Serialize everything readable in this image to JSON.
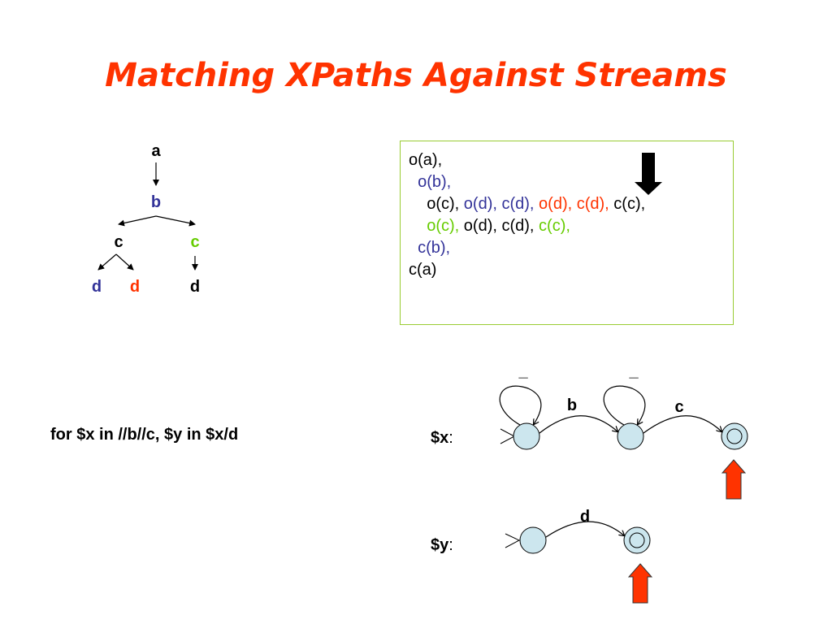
{
  "title": "Matching XPaths Against Streams",
  "colors": {
    "blue": "#333399",
    "red": "#ff3300",
    "green": "#66cc00",
    "black": "#000000",
    "state_fill": "#cce6ee",
    "box_border": "#99cc33",
    "arrow_red": "#ff3300"
  },
  "tree": {
    "nodes": [
      {
        "id": "a",
        "label": "a",
        "color": "black"
      },
      {
        "id": "b",
        "label": "b",
        "color": "blue"
      },
      {
        "id": "c1",
        "label": "c",
        "color": "black"
      },
      {
        "id": "c2",
        "label": "c",
        "color": "green"
      },
      {
        "id": "d1",
        "label": "d",
        "color": "blue"
      },
      {
        "id": "d2",
        "label": "d",
        "color": "red"
      },
      {
        "id": "d3",
        "label": "d",
        "color": "black"
      }
    ]
  },
  "stream": {
    "lines": [
      [
        {
          "text": "o(a),",
          "color": "black"
        }
      ],
      [
        {
          "text": "  o(b),",
          "color": "blue"
        }
      ],
      [
        {
          "text": "    o(c), ",
          "color": "black"
        },
        {
          "text": "o(d), c(d), ",
          "color": "blue"
        },
        {
          "text": "o(d), c(d), ",
          "color": "red"
        },
        {
          "text": "c(c),",
          "color": "black"
        }
      ],
      [
        {
          "text": "    ",
          "color": "black"
        },
        {
          "text": "o(c), ",
          "color": "green"
        },
        {
          "text": "o(d), c(d), ",
          "color": "black"
        },
        {
          "text": "c(c),",
          "color": "green"
        }
      ],
      [
        {
          "text": "  c(b),",
          "color": "blue"
        }
      ],
      [
        {
          "text": "c(a)",
          "color": "black"
        }
      ]
    ]
  },
  "query": "for $x in //b//c, $y in $x/d",
  "automata": {
    "x": {
      "label": "$x",
      "colon": ":",
      "self_loop_label": "_",
      "edge_labels": [
        "b",
        "c"
      ]
    },
    "y": {
      "label": "$y",
      "colon": ":",
      "edge_labels": [
        "d"
      ]
    }
  }
}
